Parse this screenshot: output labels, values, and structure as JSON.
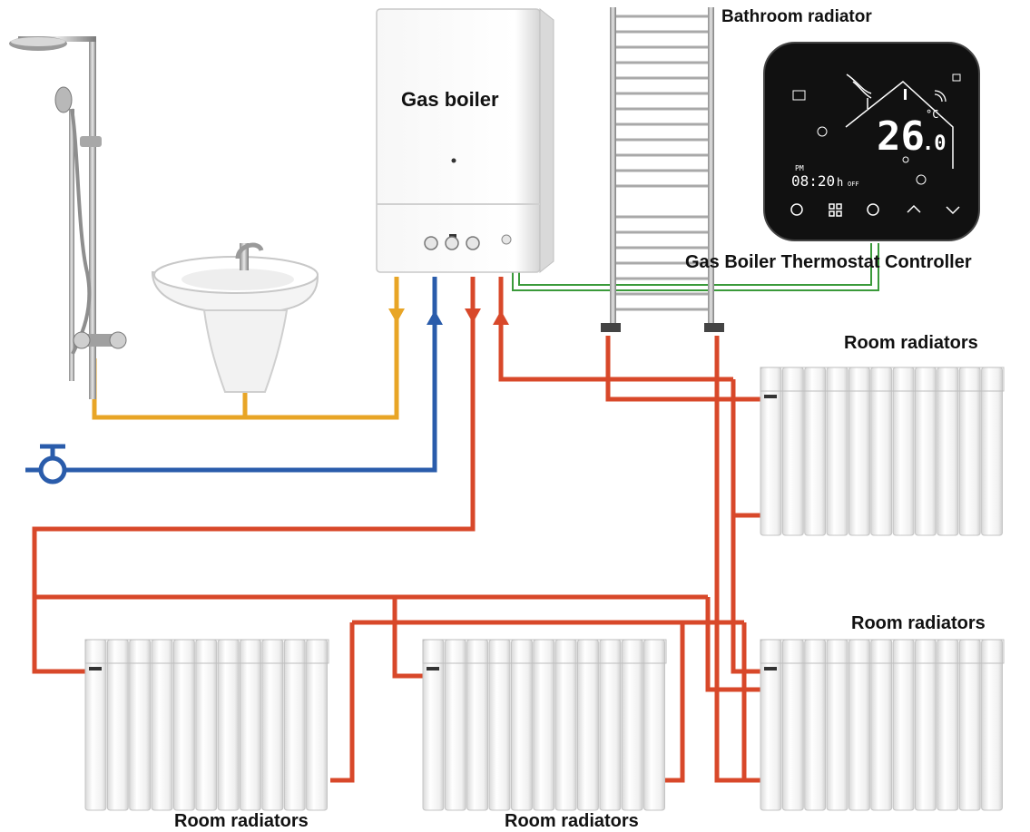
{
  "labels": {
    "gas_boiler": "Gas boiler",
    "bathroom_radiator": "Bathroom radiator",
    "thermostat_controller": "Gas  Boiler Thermostat Controller",
    "room_radiators_top_right": "Room radiators",
    "room_radiators_right": "Room radiators",
    "room_radiators_bottom_left": "Room radiators",
    "room_radiators_bottom_center": "Room radiators"
  },
  "thermostat_display": {
    "temperature_main": "26",
    "temperature_decimal": ".0",
    "temperature_unit": "°C",
    "period": "PM",
    "time": "08:20",
    "time_suffix": "h",
    "status": "OFF",
    "icons": [
      "power-icon",
      "menu-grid-icon",
      "clock-icon",
      "chevron-up-icon",
      "chevron-down-icon",
      "wifi-icon",
      "lock-icon",
      "thermometer-icon",
      "sun-icon",
      "flame-icon"
    ]
  },
  "colors": {
    "hot_water_supply": "#e8a526",
    "cold_water": "#2a5cab",
    "heating_pipe": "#d8482a",
    "control_wire": "#3a9a3a",
    "thermostat_body": "#111111",
    "radiator": "#f3f3f3"
  }
}
